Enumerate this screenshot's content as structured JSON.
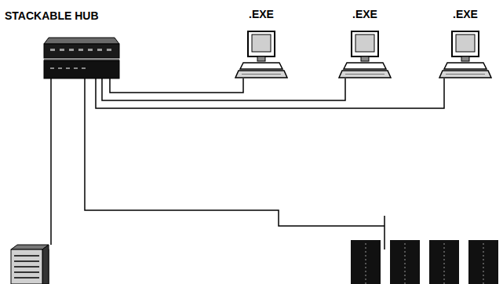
{
  "diagram": {
    "nodes": [
      {
        "text": [
          "STACKABLE HUB"
        ]
      },
      {
        "text": [
          ".EXE"
        ]
      },
      {
        "text": [
          ".EXE"
        ]
      },
      {
        "text": [
          ".EXE"
        ]
      }
    ],
    "edges": [
      {
        "from": 0,
        "to": 1,
        "arrow": "none"
      },
      {
        "from": 0,
        "to": 2,
        "arrow": "none"
      },
      {
        "from": 0,
        "to": 3,
        "arrow": "none"
      }
    ]
  }
}
